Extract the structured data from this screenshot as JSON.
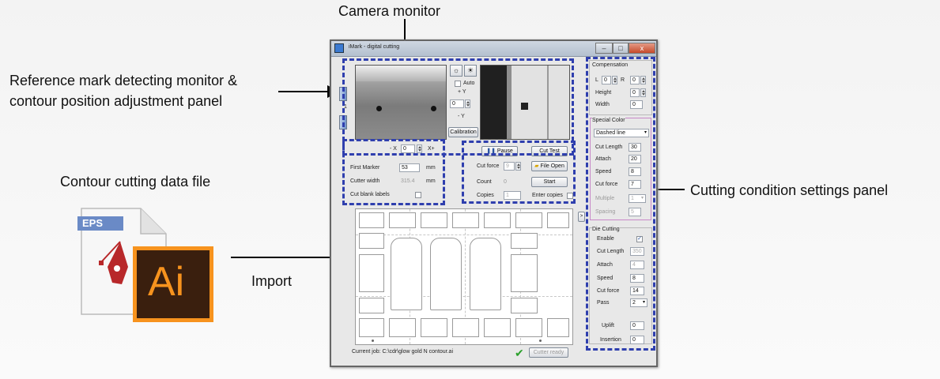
{
  "annotations": {
    "camera_monitor": "Camera monitor",
    "reference_line1": "Reference mark detecting monitor &",
    "reference_line2": "contour position adjustment panel",
    "contour_file": "Contour cutting data file",
    "import": "Import",
    "cutting_panel": "Cutting condition settings panel"
  },
  "file_icons": {
    "eps": "EPS",
    "ai": "Ai",
    "icons": [
      "eps-file-icon",
      "pen-tool-icon",
      "illustrator-icon"
    ]
  },
  "window": {
    "title": "iMark - digital cutting",
    "controls": [
      "–",
      "□",
      "x"
    ]
  },
  "camera": {
    "auto_label": "Auto",
    "plus_y": "+ Y",
    "minus_y": "- Y",
    "y_value": "0",
    "calibration": "Calibration",
    "minus_x": "- X",
    "plus_x": "X+",
    "x_value": "0"
  },
  "marker": {
    "first_marker_label": "First Marker",
    "first_marker_value": "53",
    "first_marker_unit": "mm",
    "cutter_width_label": "Cutter width",
    "cutter_width_value": "315.4",
    "cutter_width_unit": "mm",
    "cut_blank_label": "Cut blank labels"
  },
  "job": {
    "pause": "Pause",
    "cut_test": "Cut Test",
    "cut_force_label": "Cut force",
    "cut_force_value": "9",
    "file_open": "File Open",
    "count_label": "Count",
    "count_value": "0",
    "start": "Start",
    "copies_label": "Copies",
    "copies_value": "1",
    "enter_copies": "Enter copies",
    "current_job": "Current job: C:\\cdr\\glow gold N contour.ai",
    "cutter_ready": "Cutter ready"
  },
  "compensation": {
    "title": "Compensation",
    "l_label": "L",
    "l_value": "0",
    "r_label": "R",
    "r_value": "0",
    "height_label": "Height",
    "height_value": "0",
    "width_label": "Width",
    "width_value": "0"
  },
  "special_color": {
    "title": "Special Color",
    "line_type": "Dashed line",
    "cut_length_label": "Cut Length",
    "cut_length_value": "30",
    "attach_label": "Attach",
    "attach_value": "20",
    "speed_label": "Speed",
    "speed_value": "8",
    "cut_force_label": "Cut force",
    "cut_force_value": "7",
    "multiple_label": "Multiple",
    "multiple_value": "1",
    "spacing_label": "Spacing",
    "spacing_value": "5"
  },
  "die_cutting": {
    "title": "Die Cutting",
    "enable_label": "Enable",
    "cut_length_label": "Cut Length",
    "cut_length_value": "350",
    "attach_label": "Attach",
    "attach_value": "4",
    "speed_label": "Speed",
    "speed_value": "8",
    "cut_force_label": "Cut force",
    "cut_force_value": "14",
    "pass_label": "Pass",
    "pass_value": "2",
    "uplift_label": "Uplift",
    "uplift_value": "0",
    "insertion_label": "Insertion",
    "insertion_value": "0"
  },
  "side": {
    "tab": "1",
    "scroll": ">"
  },
  "colors": {
    "dash_border": "#2f3fae",
    "special_border": "#c888c8",
    "ai_orange": "#f7931e",
    "ai_bg": "#3a1f0e",
    "ready_check": "#2ba02b"
  }
}
